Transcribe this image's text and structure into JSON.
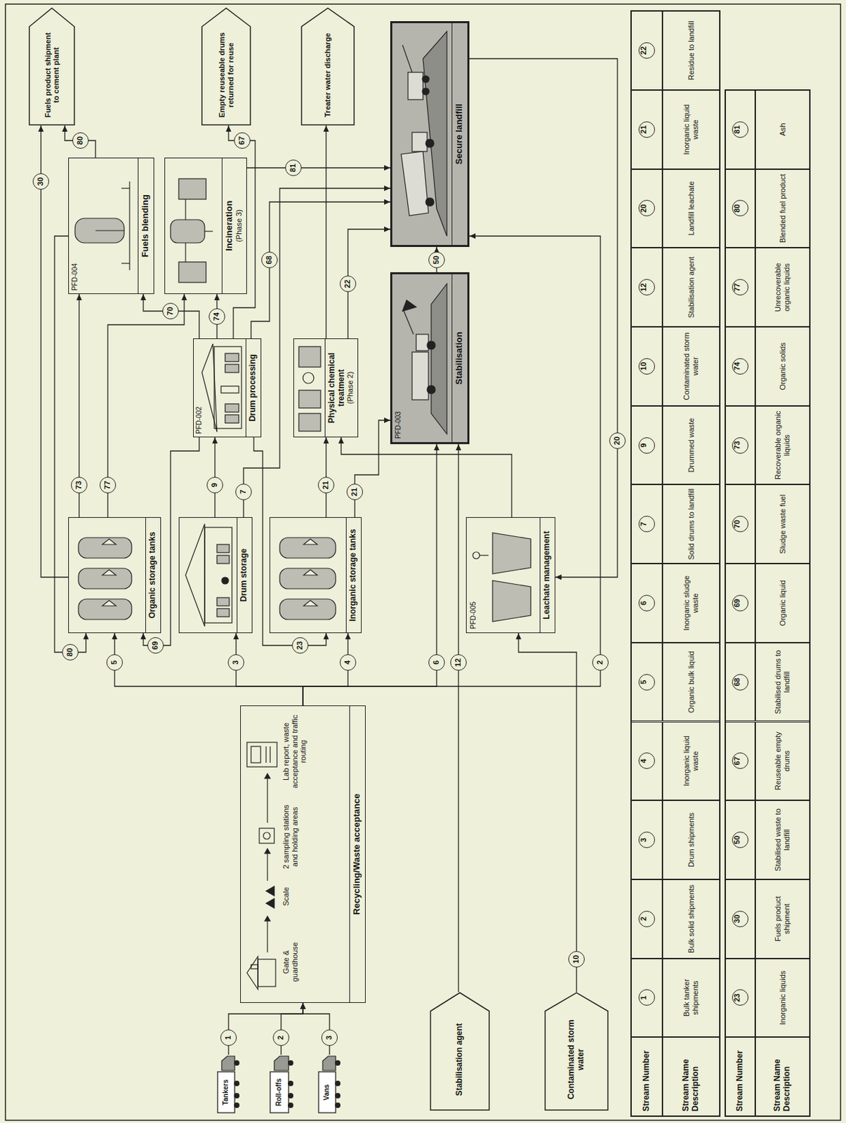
{
  "diagram": {
    "nodes": [
      {
        "text": [
          "Tankers"
        ]
      },
      {
        "text": [
          "Roll-offs"
        ]
      },
      {
        "text": [
          "Vans"
        ]
      },
      {
        "text": [
          "Gate & guardhouse",
          "Scale",
          "2 sampling stations and holding areas",
          "Lab report, waste acceptance and traffic routing",
          "Recycling/Waste acceptance"
        ]
      },
      {
        "text": [
          "Stabilisation agent"
        ]
      },
      {
        "text": [
          "Contaminated storm water"
        ]
      },
      {
        "text": [
          "Organic storage tanks"
        ]
      },
      {
        "text": [
          "Drum storage"
        ]
      },
      {
        "text": [
          "Inorganic storage tanks"
        ]
      },
      {
        "text": [
          "PFD-005",
          "Leachate management"
        ]
      },
      {
        "text": [
          "PFD-002",
          "Drum processing"
        ]
      },
      {
        "text": [
          "Physical chemical treatment",
          "(Phase 2)"
        ]
      },
      {
        "text": [
          "PFD-003",
          "Stabilisation"
        ]
      },
      {
        "text": [
          "PFD-004",
          "Fuels blending"
        ]
      },
      {
        "text": [
          "Incineration",
          "(Phase 3)"
        ]
      },
      {
        "text": [
          "Secure landfill"
        ]
      },
      {
        "text": [
          "Fuels product shipment to cement plant"
        ]
      },
      {
        "text": [
          "Empty reuseable drums returned for reuse"
        ]
      },
      {
        "text": [
          "Treater water discharge"
        ]
      }
    ],
    "edges": [
      {
        "from": 0,
        "to": 3,
        "label": "1",
        "arrow": "to"
      },
      {
        "from": 1,
        "to": 3,
        "label": "2",
        "arrow": "to"
      },
      {
        "from": 2,
        "to": 3,
        "label": "3",
        "arrow": "to"
      },
      {
        "from": 3,
        "to": 6,
        "label": "5",
        "arrow": "to"
      },
      {
        "from": 3,
        "to": 7,
        "label": "3",
        "arrow": "to"
      },
      {
        "from": 3,
        "to": 8,
        "label": "4",
        "arrow": "to"
      },
      {
        "from": 3,
        "to": 12,
        "label": "6",
        "arrow": "to"
      },
      {
        "from": 3,
        "to": 15,
        "label": "2",
        "arrow": "to"
      },
      {
        "from": 4,
        "to": 12,
        "label": "12",
        "arrow": "to"
      },
      {
        "from": 5,
        "to": 9,
        "label": "10",
        "arrow": "to"
      },
      {
        "from": 15,
        "to": 9,
        "label": "20",
        "arrow": "to"
      },
      {
        "from": 9,
        "to": 11,
        "arrow": "to"
      },
      {
        "from": 6,
        "to": 13,
        "label": "73",
        "arrow": "to"
      },
      {
        "from": 6,
        "to": 14,
        "label": "77",
        "arrow": "to"
      },
      {
        "from": 6,
        "to": 16,
        "label": "30",
        "arrow": "to"
      },
      {
        "from": 13,
        "to": 6,
        "label": "80",
        "arrow": "to"
      },
      {
        "from": 13,
        "to": 16,
        "label": "80",
        "arrow": "to"
      },
      {
        "from": 7,
        "to": 10,
        "label": "9",
        "arrow": "to"
      },
      {
        "from": 7,
        "to": 15,
        "label": "7",
        "arrow": "to"
      },
      {
        "from": 8,
        "to": 11,
        "label": "21",
        "arrow": "to"
      },
      {
        "from": 8,
        "to": 12,
        "label": "21",
        "arrow": "to"
      },
      {
        "from": 10,
        "to": 13,
        "label": "70",
        "arrow": "to"
      },
      {
        "from": 10,
        "to": 14,
        "label": "74",
        "arrow": "to"
      },
      {
        "from": 10,
        "to": 17,
        "label": "67",
        "arrow": "to"
      },
      {
        "from": 10,
        "to": 15,
        "label": "68",
        "arrow": "to"
      },
      {
        "from": 10,
        "to": 6,
        "label": "69",
        "arrow": "to"
      },
      {
        "from": 10,
        "to": 8,
        "label": "23",
        "arrow": "to"
      },
      {
        "from": 11,
        "to": 18,
        "arrow": "to"
      },
      {
        "from": 11,
        "to": 15,
        "label": "22",
        "arrow": "to"
      },
      {
        "from": 12,
        "to": 15,
        "label": "50",
        "arrow": "to"
      },
      {
        "from": 14,
        "to": 15,
        "label": "81",
        "arrow": "to"
      }
    ],
    "labels": [
      "Stream Number",
      "1",
      "2",
      "3",
      "4",
      "5",
      "6",
      "7",
      "9",
      "10",
      "12",
      "20",
      "21",
      "22",
      "Stream Name Description",
      "Bulk tanker shipments",
      "Bulk solid shipments",
      "Drum shipments",
      "Inorganic liquid waste",
      "Organic bulk liquid",
      "Inorganic sludge waste",
      "Solid drums to landfill",
      "Drummed waste",
      "Contaminated storm water",
      "Stabilisation agent",
      "Landfill leachate",
      "Inorganic liquid waste",
      "Residue to landfill",
      "Stream Number",
      "23",
      "30",
      "50",
      "67",
      "68",
      "69",
      "70",
      "73",
      "74",
      "77",
      "80",
      "81",
      "Stream Name Description",
      "Inorganic liquids",
      "Fuels product shipment",
      "Stabilised waste to landfill",
      "Reuseable empty drums",
      "Stabilised drums to landfill",
      "Organic liquid",
      "Sludge waste fuel",
      "Recoverable organic liquids",
      "Organic solids",
      "Unrecoverable organic liquids",
      "Blended fuel product",
      "Ash"
    ]
  }
}
